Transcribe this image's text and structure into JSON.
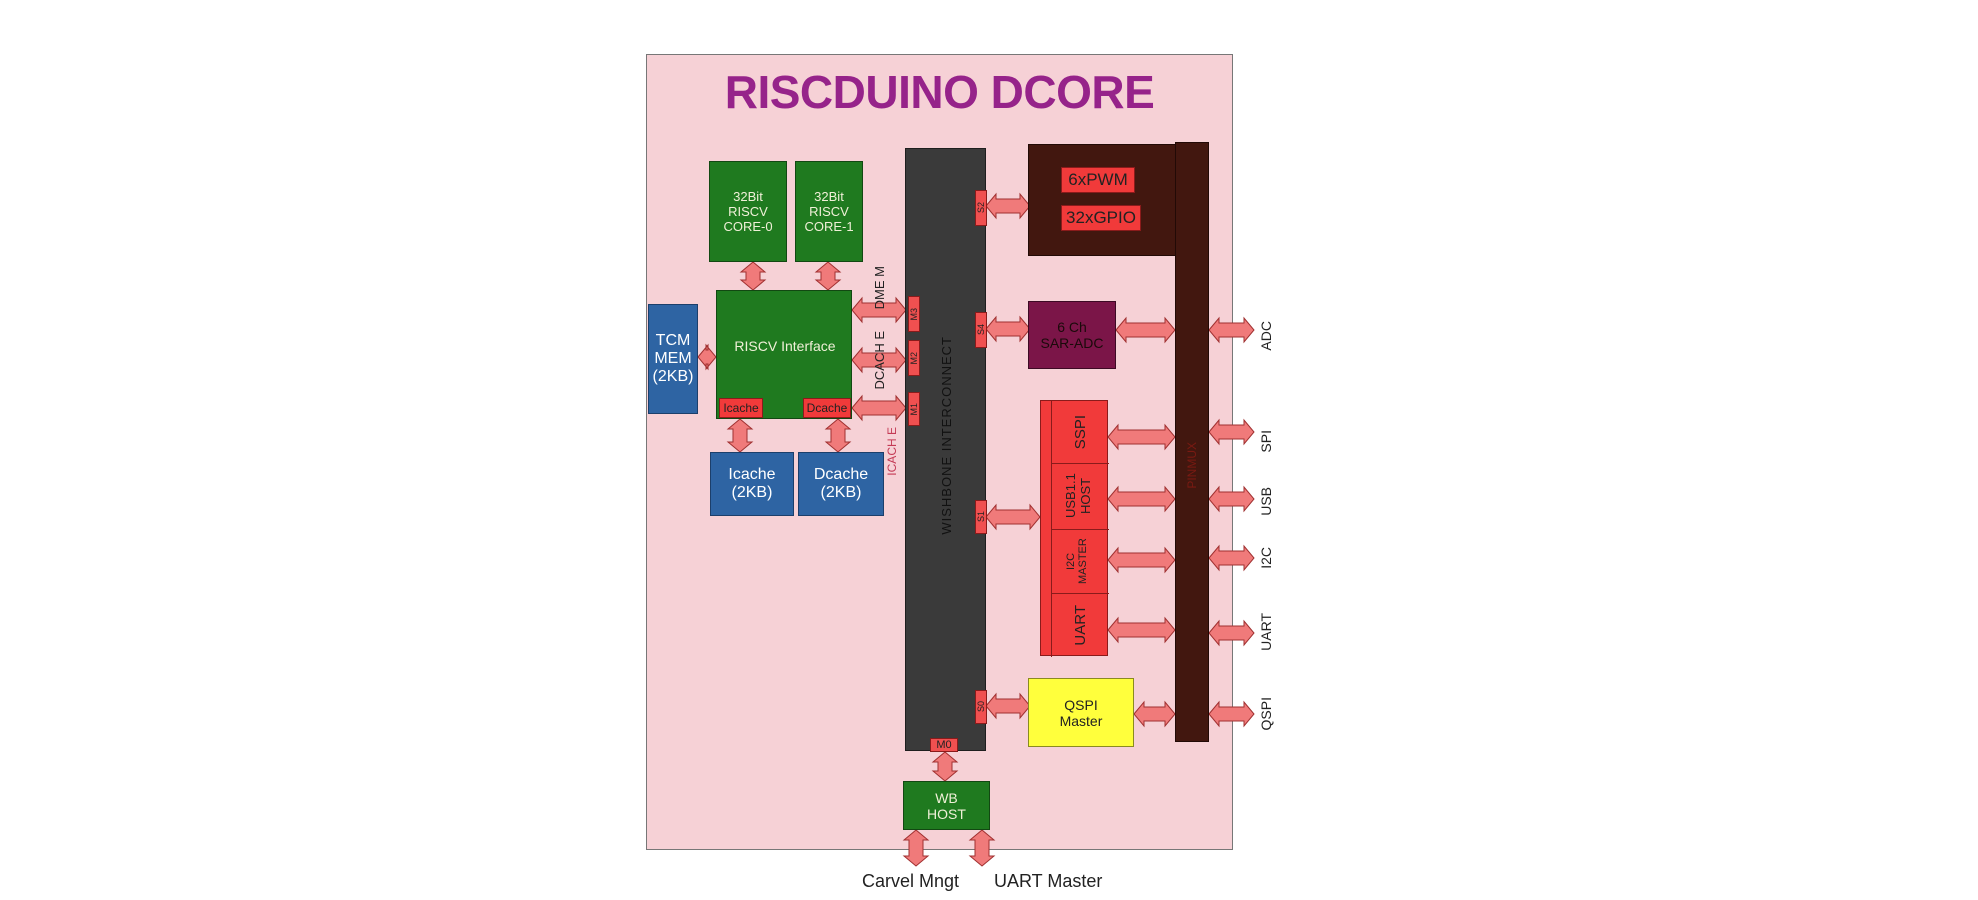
{
  "title": "RISCDUINO DCORE",
  "colors": {
    "board": "#f6d1d6",
    "title": "#96238a",
    "green": "#1f7a1f",
    "blue": "#2e64a3",
    "red": "#f13a3a",
    "dark": "#3a3a3a",
    "brown": "#42170f",
    "adc": "#7b1548",
    "qspi": "#ffff3c",
    "arrow": "#f07a7a"
  },
  "cores": [
    {
      "lines": [
        "32Bit",
        "RISCV",
        "CORE-0"
      ]
    },
    {
      "lines": [
        "32Bit",
        "RISCV",
        "CORE-1"
      ]
    }
  ],
  "tcm": {
    "lines": [
      "TCM",
      "MEM",
      "(2KB)"
    ]
  },
  "riscv_interface": {
    "label": "RISCV Interface",
    "icache_tag": "Icache",
    "dcache_tag": "Dcache"
  },
  "icache_mem": {
    "lines": [
      "Icache",
      "(2KB)"
    ]
  },
  "dcache_mem": {
    "lines": [
      "Dcache",
      "(2KB)"
    ]
  },
  "bus_labels": {
    "dmem": "DME M",
    "dcache": "DCACH E",
    "icache": "ICACH E"
  },
  "interconnect": {
    "label": "WISHBONE INTERCONNECT",
    "ports": {
      "m3": "M3",
      "m2": "M2",
      "m1": "M1",
      "m0": "M0",
      "s2": "S2",
      "s4": "S4",
      "s1": "S1",
      "s0": "S0"
    }
  },
  "pwm": "6xPWM",
  "gpio": "32xGPIO",
  "adc_block": {
    "lines": [
      "6 Ch",
      "SAR-ADC"
    ]
  },
  "peripherals": {
    "sspi": "SSPI",
    "usb": "USB1.1 HOST",
    "i2c": "I2C MASTER",
    "uart": "UART"
  },
  "qspi_block": {
    "lines": [
      "QSPI",
      "Master"
    ]
  },
  "pinmux": "PINMUX",
  "wb_host": {
    "lines": [
      "WB",
      "HOST"
    ]
  },
  "external": {
    "adc": "ADC",
    "spi": "SPI",
    "usb": "USB",
    "i2c": "I2C",
    "uart": "UART",
    "qspi": "QSPI"
  },
  "bottom": {
    "carvel": "Carvel Mngt",
    "uart_master": "UART Master"
  }
}
